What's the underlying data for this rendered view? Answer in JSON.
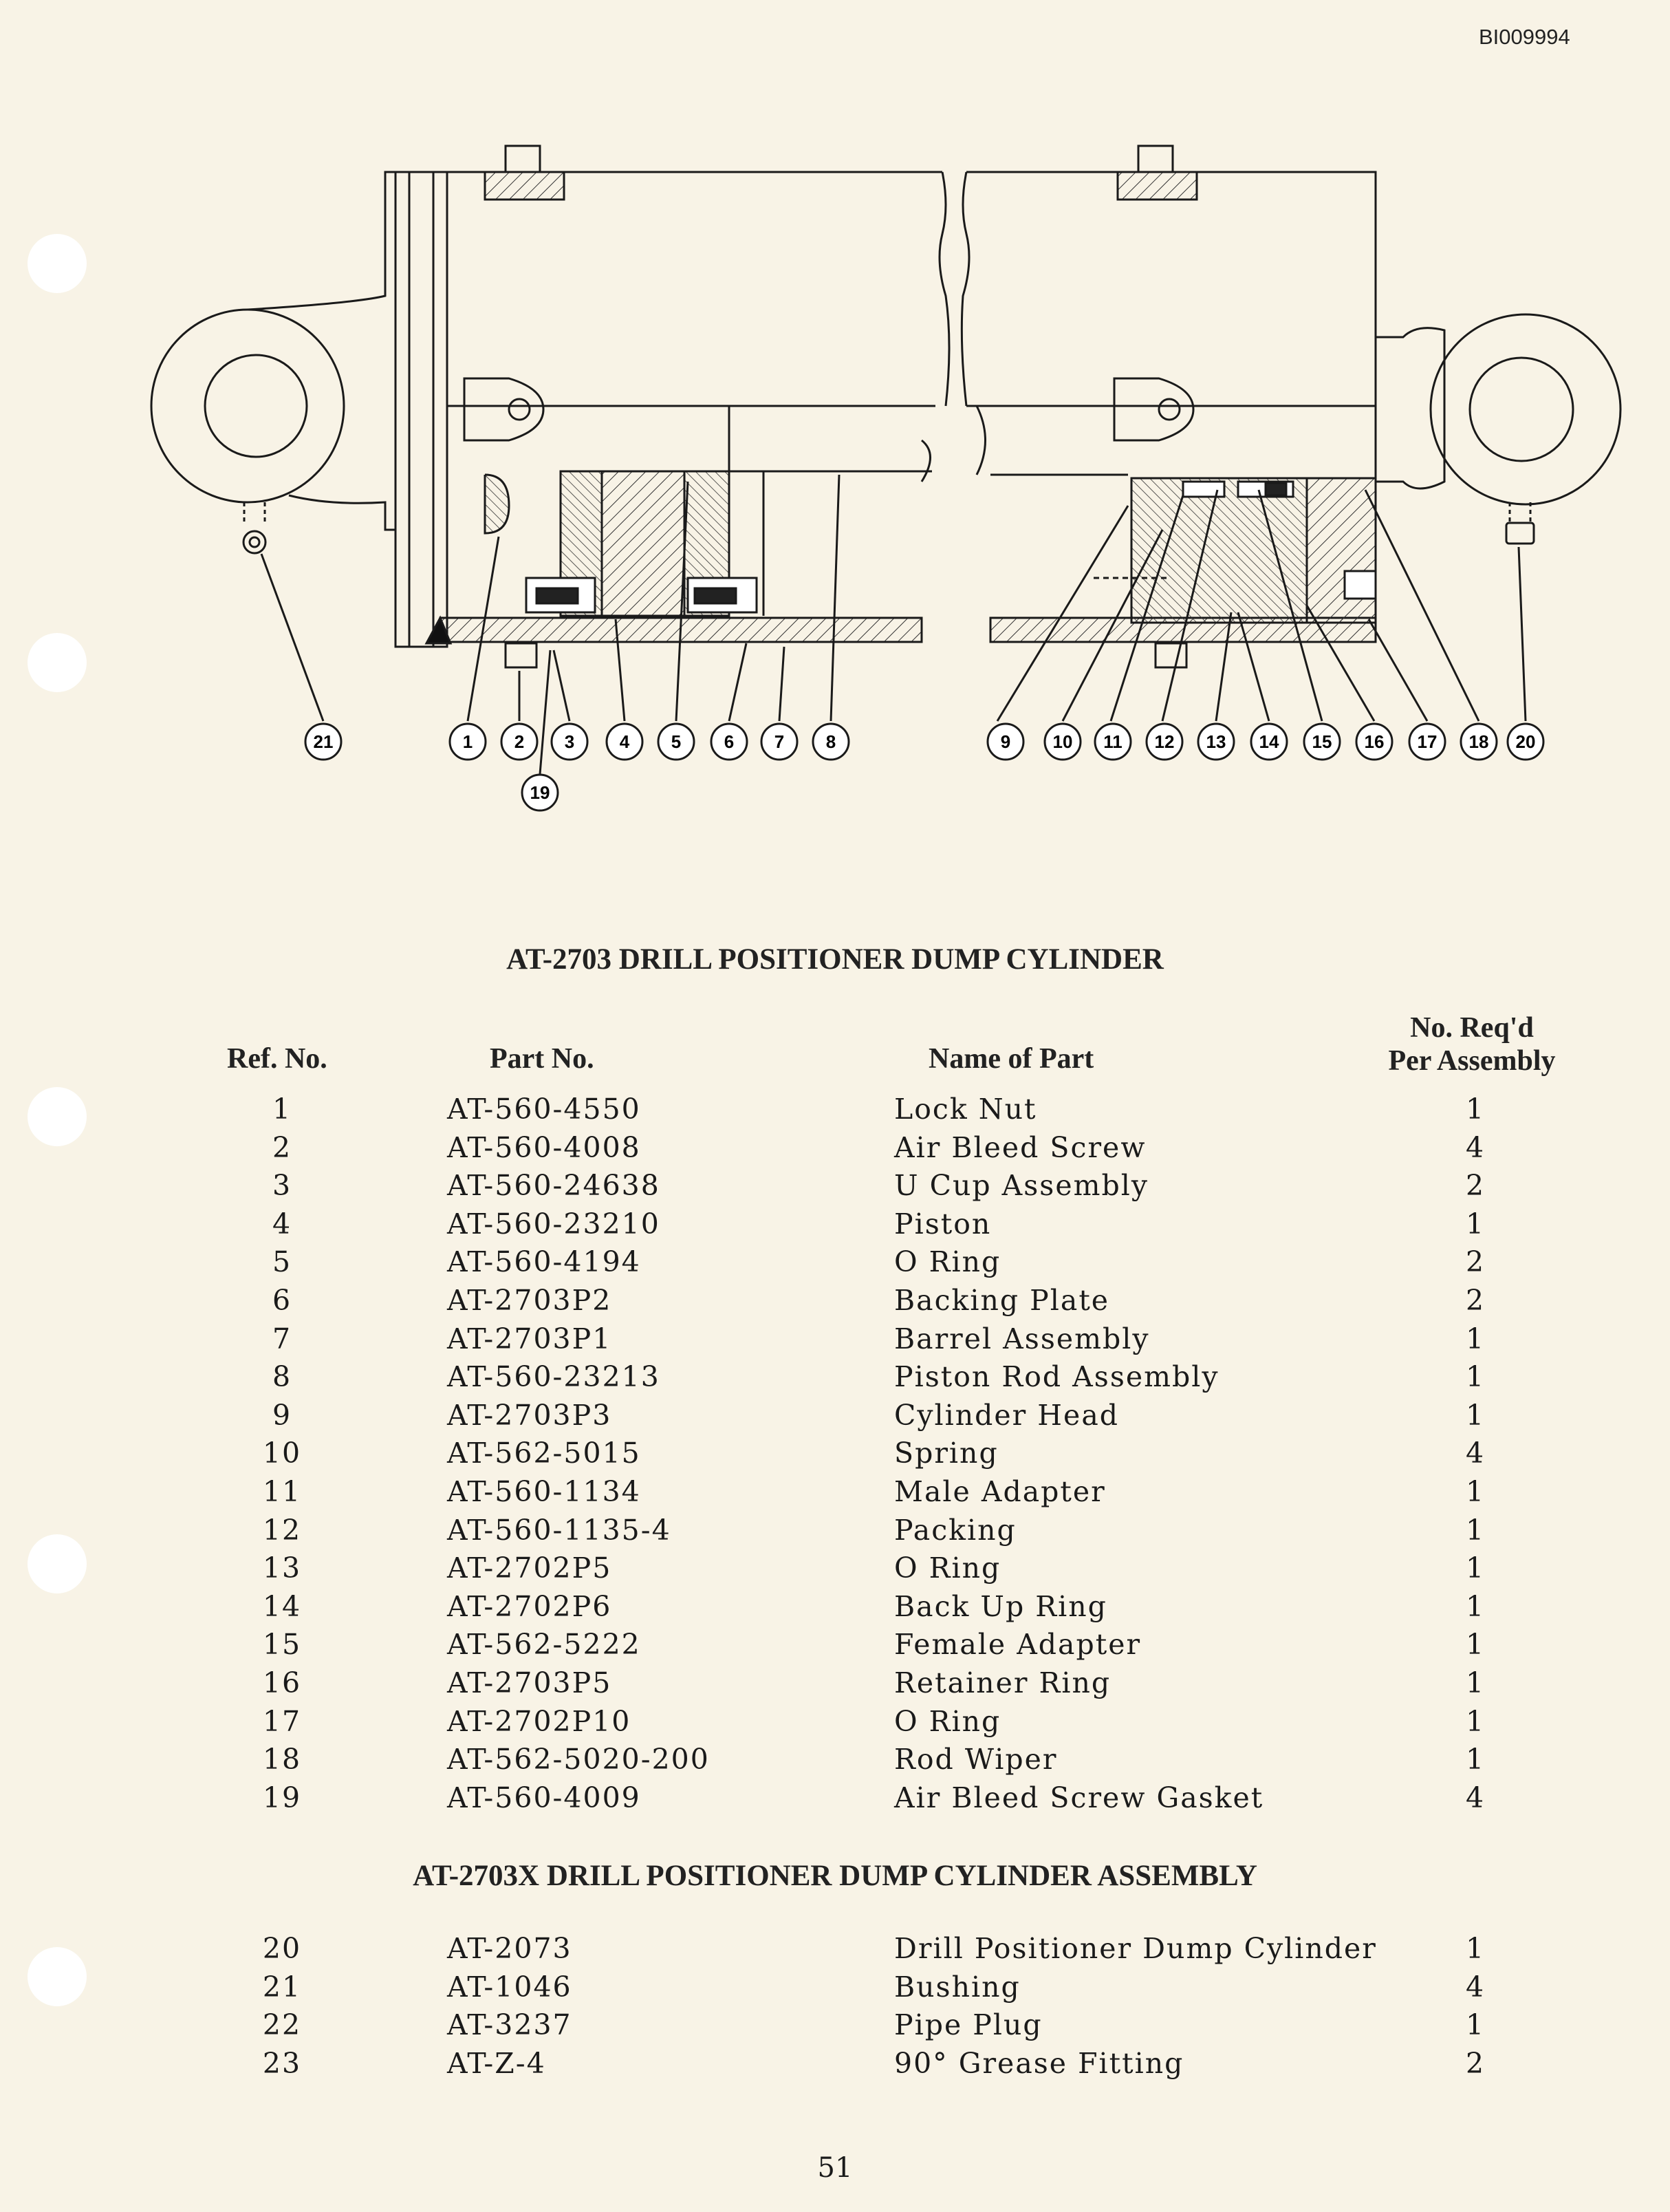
{
  "doc_id": "BI009994",
  "diagram": {
    "callouts": [
      "21",
      "1",
      "2",
      "3",
      "4",
      "5",
      "6",
      "7",
      "8",
      "19",
      "9",
      "10",
      "11",
      "12",
      "13",
      "14",
      "15",
      "16",
      "17",
      "18",
      "20"
    ]
  },
  "section1": {
    "title": "AT-2703  DRILL POSITIONER DUMP CYLINDER",
    "headers": {
      "ref": "Ref. No.",
      "part": "Part No.",
      "name": "Name of Part",
      "qty_line1": "No. Req'd",
      "qty_line2": "Per Assembly"
    },
    "rows": [
      {
        "ref": "1",
        "part": "AT-560-4550",
        "name": "Lock Nut",
        "qty": "1"
      },
      {
        "ref": "2",
        "part": "AT-560-4008",
        "name": "Air Bleed Screw",
        "qty": "4"
      },
      {
        "ref": "3",
        "part": "AT-560-24638",
        "name": "U  Cup Assembly",
        "qty": "2"
      },
      {
        "ref": "4",
        "part": "AT-560-23210",
        "name": "Piston",
        "qty": "1"
      },
      {
        "ref": "5",
        "part": "AT-560-4194",
        "name": "O  Ring",
        "qty": "2"
      },
      {
        "ref": "6",
        "part": "AT-2703P2",
        "name": "Backing Plate",
        "qty": "2"
      },
      {
        "ref": "7",
        "part": "AT-2703P1",
        "name": "Barrel Assembly",
        "qty": "1"
      },
      {
        "ref": "8",
        "part": "AT-560-23213",
        "name": "Piston Rod Assembly",
        "qty": "1"
      },
      {
        "ref": "9",
        "part": "AT-2703P3",
        "name": "Cylinder Head",
        "qty": "1"
      },
      {
        "ref": "10",
        "part": "AT-562-5015",
        "name": "Spring",
        "qty": "4"
      },
      {
        "ref": "11",
        "part": "AT-560-1134",
        "name": "Male Adapter",
        "qty": "1"
      },
      {
        "ref": "12",
        "part": "AT-560-1135-4",
        "name": "Packing",
        "qty": "1"
      },
      {
        "ref": "13",
        "part": "AT-2702P5",
        "name": "O  Ring",
        "qty": "1"
      },
      {
        "ref": "14",
        "part": "AT-2702P6",
        "name": "Back Up Ring",
        "qty": "1"
      },
      {
        "ref": "15",
        "part": "AT-562-5222",
        "name": "Female Adapter",
        "qty": "1"
      },
      {
        "ref": "16",
        "part": "AT-2703P5",
        "name": "Retainer Ring",
        "qty": "1"
      },
      {
        "ref": "17",
        "part": "AT-2702P10",
        "name": "O  Ring",
        "qty": "1"
      },
      {
        "ref": "18",
        "part": "AT-562-5020-200",
        "name": "Rod Wiper",
        "qty": "1"
      },
      {
        "ref": "19",
        "part": "AT-560-4009",
        "name": "Air Bleed Screw Gasket",
        "qty": "4"
      }
    ]
  },
  "section2": {
    "title": "AT-2703X  DRILL POSITIONER DUMP CYLINDER ASSEMBLY",
    "rows": [
      {
        "ref": "20",
        "part": "AT-2073",
        "name": "Drill Positioner Dump Cylinder",
        "qty": "1"
      },
      {
        "ref": "21",
        "part": "AT-1046",
        "name": "Bushing",
        "qty": "4"
      },
      {
        "ref": "22",
        "part": "AT-3237",
        "name": "Pipe Plug",
        "qty": "1"
      },
      {
        "ref": "23",
        "part": "AT-Z-4",
        "name": "90° Grease Fitting",
        "qty": "2"
      }
    ]
  },
  "page_number": "51"
}
